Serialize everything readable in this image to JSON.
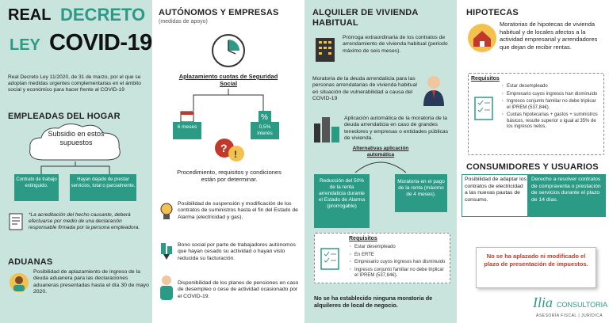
{
  "header": {
    "line1_word1": "REAL",
    "line1_word2": "DECRETO",
    "line2_word1": "LEY",
    "line2_word2": "COVID-19",
    "intro": "Real Decreto Ley 11/2020, de 31 de marzo, por el que se adoptan medidas urgentes complementarias en el ámbito social y económico para hacer frente al COVID-19"
  },
  "empleadas": {
    "title": "EMPLEADAS DEL HOGAR",
    "cloud": "Subsidio en estos supuestos",
    "box1": "Contrato de trabajo extinguido.",
    "box2": "Hayan dejado de prestar servicios, total o parcialmente.",
    "note": "*La acreditación del hecho causante, deberá efectuarse por medio de una declaración responsable firmada por la persona empleadora."
  },
  "aduanas": {
    "title": "ADUANAS",
    "text": "Posibilidad de aplazamiento de ingreso de la deuda aduanera para las declaraciones aduaneras presentadas hasta el día 30 de mayo 2020."
  },
  "autonomos": {
    "title": "AUTÓNOMOS Y EMPRESAS",
    "subtitle": "(medidas de apoyo)",
    "aplazamiento": "Aplazamiento cuotas de Seguridad Social",
    "months_label": "6 meses",
    "interest_label": "0,5% interés",
    "procedimiento": "Procedimiento, requisitos y condiciones están por determinar.",
    "item1": "Posibilidad de suspensión y modificación de los contratos de suministros hasta el fin del Estado de Alarma (electricidad y gas).",
    "item2": "Bono social por parte de trabajadores autónomos que hayan cesado su actividad o hayan visto reducida su facturación.",
    "item3": "Disponibilidad de los planes de pensiones en caso de desempleo o cese de actividad ocasionado por el COVID-19."
  },
  "alquiler": {
    "title": "ALQUILER DE VIVIENDA HABITUAL",
    "p1": "Prórroga extraordinaria de los contratos de arrendamiento de vivienda habitual (periodo máximo de seis meses).",
    "p2": "Moratoria de la deuda arrendaticia para las personas arrendatarias de vivienda habitual en situación de vulnerabilidad a causa del COVID-19",
    "p3": "Aplicación automática de la moratoria de la deuda arrendaticia en caso de grandes tenedores y empresas o entidades públicas de vivienda.",
    "alt_title": "Alternativas aplicación automática",
    "alt1": "Reducción del 50% de la renta arrendaticia durante el Estado de Alarma (prorrogable)",
    "alt2": "Moratoria en el pago de la renta (máximo de 4 meses).",
    "req_title": "Requisitos",
    "req": [
      "Estar desempleado",
      "En ERTE",
      "Empresario cuyos ingresos han disminuido",
      "Ingresos conjunto familiar no debe triplicar el IPREM (537,84€)."
    ],
    "footer": "No se ha establecido ninguna moratoria de alquileres de local de negocio."
  },
  "hipotecas": {
    "title": "HIPOTECAS",
    "text": "Moratorias de hipotecas de vivienda habitual y de locales afectos a la actividad empresarial y arrendadores que dejan de recibir rentas.",
    "req_title": "Requisitos",
    "req": [
      "Estar desempleado",
      "Empresario cuyos ingresos han disminuido",
      "Ingresos conjunto familiar no debe triplicar el IPREM (537,84€).",
      "Cuotas hipotecarias + gastos + suministros básicos, resulte superior o igual al 35% de los ingresos netos."
    ]
  },
  "consumidores": {
    "title": "CONSUMIDORES Y USUARIOS",
    "left": "Posibilidad de adaptar los contratos de electricidad a las nuevas pautas de consumo.",
    "right": "Derecho a resolver contratos de compraventa o prestación de servicios durante el plazo de 14 días."
  },
  "warning": "No se ha aplazado ni modificado el plazo de presentación de impuestos.",
  "brand": {
    "name1": "Ilia",
    "name2": "CONSULTORIA",
    "tag": "ASESORÍA FISCAL | JURÍDICA"
  },
  "colors": {
    "teal": "#2c9b86",
    "mint": "#c9e3dd",
    "red": "#c0392b"
  }
}
